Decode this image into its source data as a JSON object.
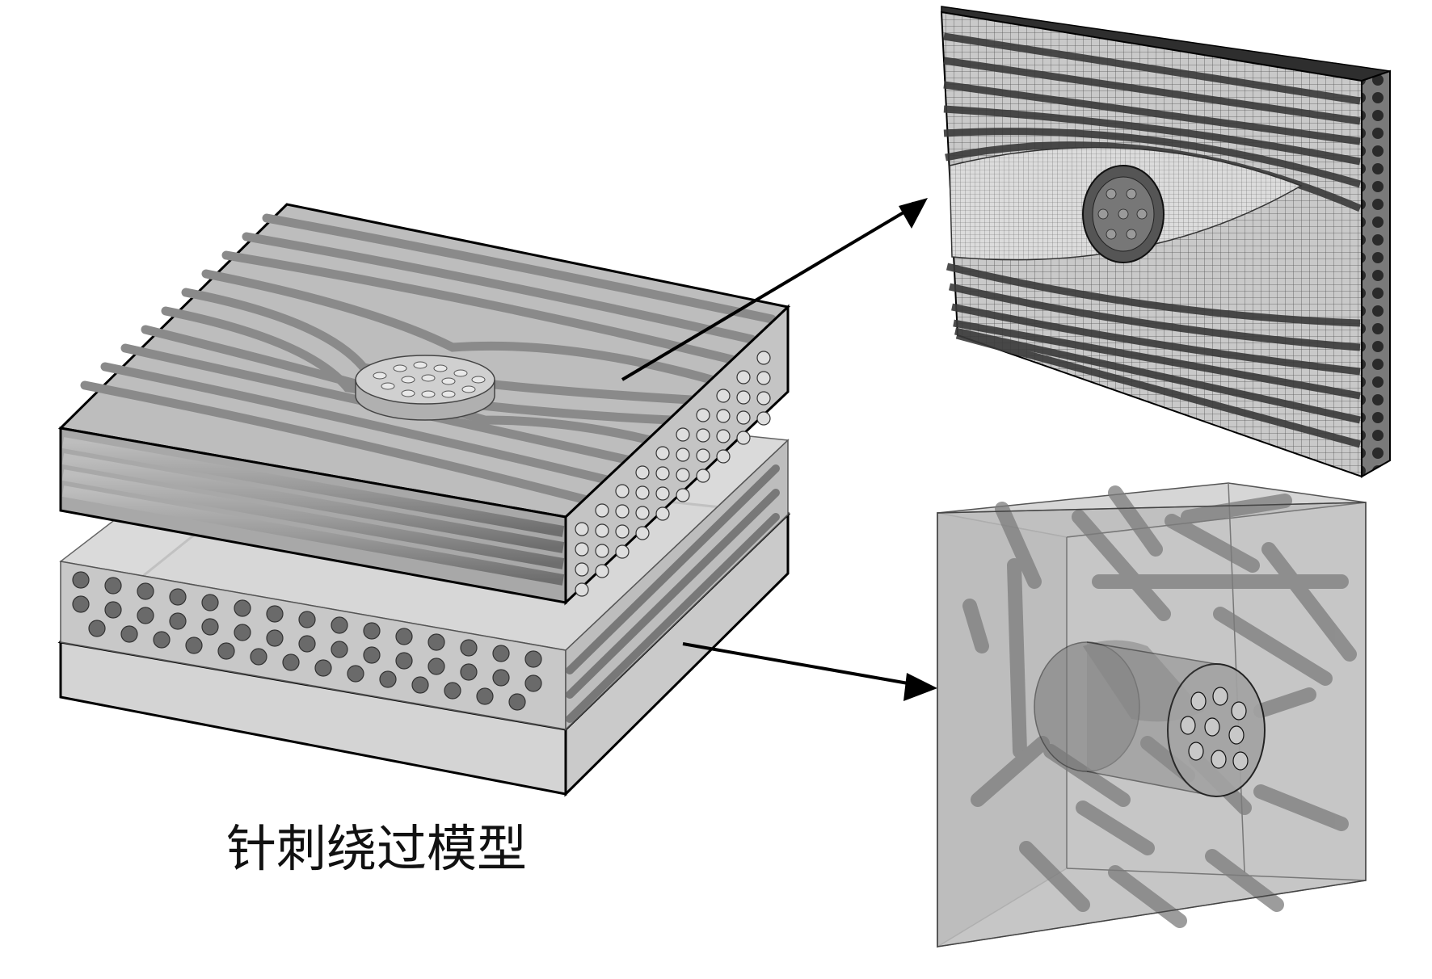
{
  "caption": "针刺绕过模型",
  "colors": {
    "fiber_fill": "#9a9a9a",
    "fiber_dark": "#5a5a5a",
    "matrix_fill": "#cfcfcf",
    "mesh_dark": "#3a3a3a",
    "mesh_light": "#d8d8d8",
    "edge": "#000000",
    "background": "#ffffff"
  },
  "figures": [
    {
      "id": "layered-preform",
      "kind": "3d-layered-composite-model"
    },
    {
      "id": "mesh-view",
      "kind": "finite-element-mesh"
    },
    {
      "id": "short-fiber-cell",
      "kind": "short-fiber-transparent-cell"
    }
  ]
}
